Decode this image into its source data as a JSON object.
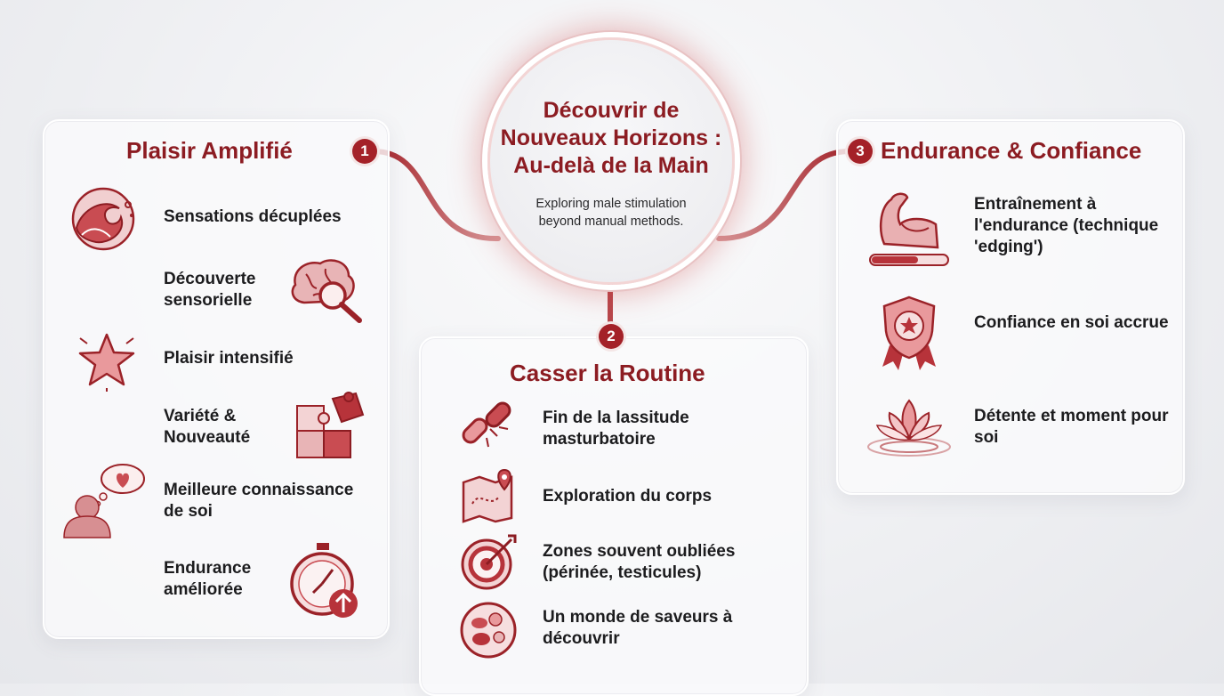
{
  "center": {
    "title": "Découvrir de Nouveaux Horizons : Au-delà de la Main",
    "subtitle": "Exploring male stimulation beyond manual methods."
  },
  "panels": [
    {
      "badge": "1",
      "title": "Plaisir Amplifié",
      "items": [
        {
          "text": "Sensations décuplées",
          "icon": "wave-icon"
        },
        {
          "text": "Découverte sensorielle",
          "icon": "brain-magnifier-icon"
        },
        {
          "text": "Plaisir intensifié",
          "icon": "star-icon"
        },
        {
          "text": "Variété & Nouveauté",
          "icon": "puzzle-icon"
        },
        {
          "text": "Meilleure connaissance de soi",
          "icon": "person-heart-thought-icon"
        },
        {
          "text": "Endurance améliorée",
          "icon": "stopwatch-icon"
        }
      ]
    },
    {
      "badge": "2",
      "title": "Casser la Routine",
      "items": [
        {
          "text": "Fin de la lassitude masturbatoire",
          "icon": "broken-chain-icon"
        },
        {
          "text": "Exploration du corps",
          "icon": "map-pin-icon"
        },
        {
          "text": "Zones souvent oubliées (périnée, testicules)",
          "icon": "target-icon"
        },
        {
          "text": "Un monde de saveurs à découvrir",
          "icon": "food-plate-icon"
        }
      ]
    },
    {
      "badge": "3",
      "title": "Endurance & Confiance",
      "items": [
        {
          "text": "Entraînement à l'endurance (technique 'edging')",
          "icon": "muscle-arm-icon"
        },
        {
          "text": "Confiance en soi accrue",
          "icon": "shield-star-icon"
        },
        {
          "text": "Détente et moment pour soi",
          "icon": "lotus-icon"
        }
      ]
    }
  ],
  "colors": {
    "accent": "#a42128",
    "title": "#8c1c22",
    "icon_fill": "#e8b4b6",
    "icon_stroke": "#9b2228"
  }
}
